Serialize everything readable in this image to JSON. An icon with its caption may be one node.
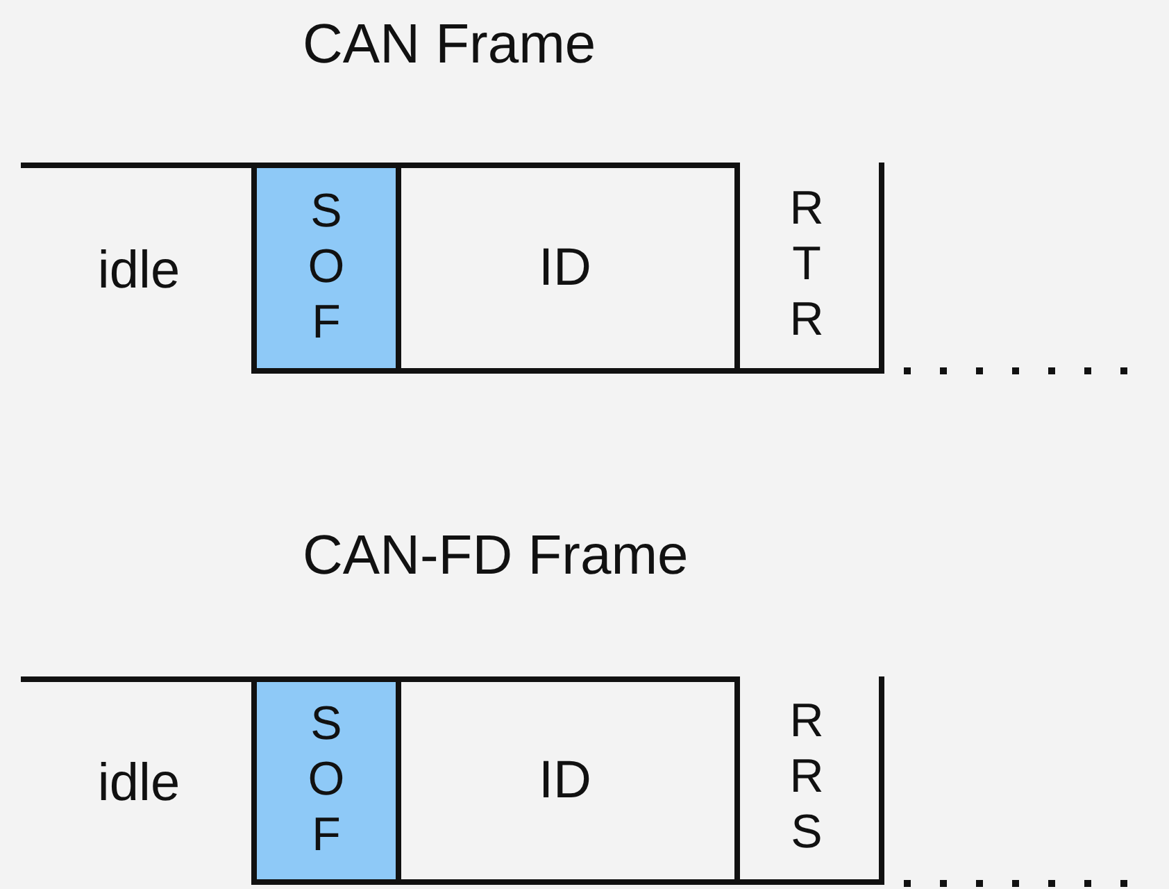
{
  "diagram": {
    "nodes": [
      {
        "text": [
          "idle"
        ]
      },
      {
        "text": [
          "SOF"
        ]
      },
      {
        "text": [
          "ID"
        ]
      },
      {
        "text": [
          "RTR"
        ]
      },
      {
        "text": [
          "idle"
        ]
      },
      {
        "text": [
          "SOF"
        ]
      },
      {
        "text": [
          "ID"
        ]
      },
      {
        "text": [
          "RRS"
        ]
      }
    ],
    "labels": [
      "CAN Frame",
      "CAN-FD Frame"
    ]
  }
}
